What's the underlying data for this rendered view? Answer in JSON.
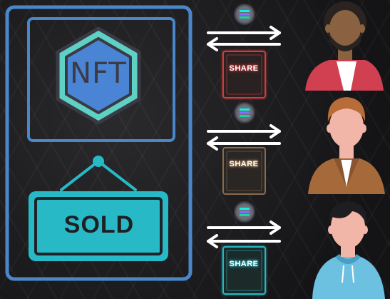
{
  "nft_badge": {
    "label": "NFT"
  },
  "sold_sign": {
    "label": "SOLD"
  },
  "share_cards": [
    {
      "label": "SHARE",
      "color": "#d03a3a"
    },
    {
      "label": "SHARE",
      "color": "#8a6a4e"
    },
    {
      "label": "SHARE",
      "color": "#27b6c0"
    }
  ],
  "colors": {
    "frame": "#4a87c9",
    "hexagon_fill": "#4a84d4",
    "hexagon_ring": "#5fd0c4",
    "sign": "#27b9c6",
    "arrows": "#ffffff"
  },
  "icons": [
    "solana-coin-icon",
    "arrow-right-icon",
    "arrow-left-icon",
    "person-avatar-icon"
  ]
}
